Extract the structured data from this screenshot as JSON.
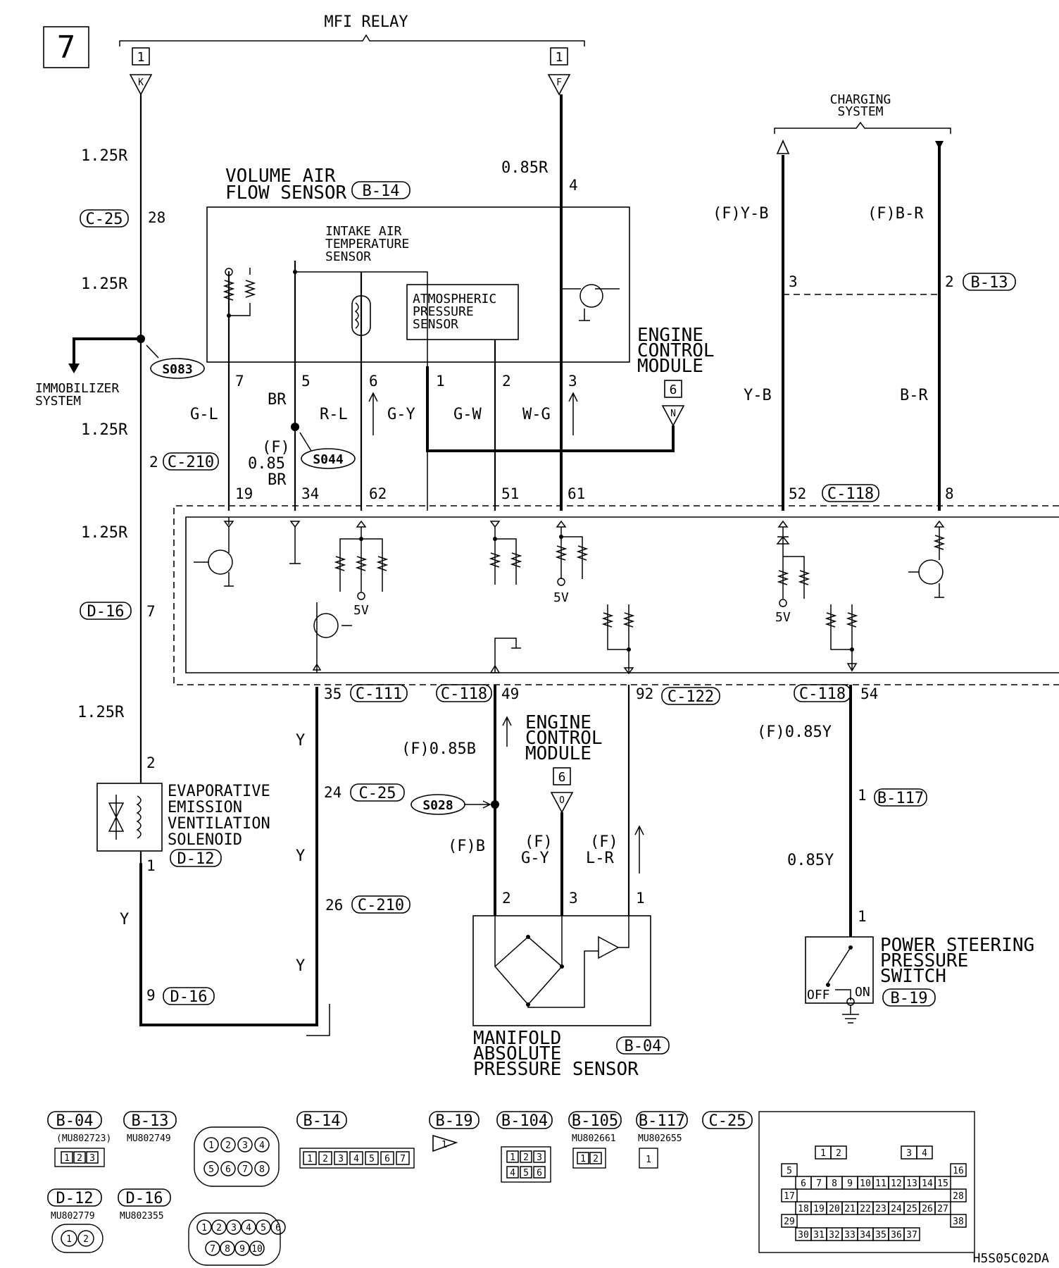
{
  "page": {
    "number": "7",
    "code": "H5S05C02DA"
  },
  "headers": {
    "mfi_relay": "MFI RELAY",
    "charging_system": [
      "CHARGING",
      "SYSTEM"
    ],
    "relay_pin_k": "1",
    "relay_pin_f": "1",
    "ecm_pin_top": "6",
    "ecm_pin_bottom": "6"
  },
  "components": {
    "vaf_sensor": [
      "VOLUME AIR",
      "FLOW SENSOR"
    ],
    "vaf_conn": "B-14",
    "iat_sensor": [
      "INTAKE AIR",
      "TEMPERATURE",
      "SENSOR"
    ],
    "baro_sensor": [
      "ATMOSPHERIC",
      "PRESSURE",
      "SENSOR"
    ],
    "ecm_top": [
      "ENGINE",
      "CONTROL",
      "MODULE"
    ],
    "ecm_bottom": [
      "ENGINE",
      "CONTROL",
      "MODULE"
    ],
    "immobilizer": [
      "IMMOBILIZER",
      "SYSTEM"
    ],
    "evap": [
      "EVAPORATIVE",
      "EMISSION",
      "VENTILATION",
      "SOLENOID"
    ],
    "evap_conn": "D-12",
    "map": [
      "MANIFOLD",
      "ABSOLUTE",
      "PRESSURE SENSOR"
    ],
    "map_conn": "B-04",
    "ps_switch": [
      "POWER STEERING",
      "PRESSURE",
      "SWITCH"
    ],
    "ps_conn": "B-19",
    "ps_off": "OFF",
    "ps_on": "ON"
  },
  "splices": {
    "s083": "S083",
    "s044": "S044",
    "s028": "S028"
  },
  "terminal_letters": {
    "k": "K",
    "f": "F",
    "n": "N",
    "o": "O"
  },
  "wires": {
    "r125_a": "1.25R",
    "r125_b": "1.25R",
    "r125_c": "1.25R",
    "r125_d": "1.25R",
    "r125_e": "1.25R",
    "r085": "0.85R",
    "fyb": "(F)Y-B",
    "fbr": "(F)B-R",
    "yb": "Y-B",
    "br_wire": "B-R",
    "gl": "G-L",
    "br": "BR",
    "rl": "R-L",
    "gy": "G-Y",
    "gw": "G-W",
    "wg": "W-G",
    "f085br": [
      "(F)",
      "0.85",
      "BR"
    ],
    "y1": "Y",
    "y2": "Y",
    "y3": "Y",
    "y4": "Y",
    "f085b": "(F)0.85B",
    "fb": "(F)B",
    "fgy": [
      "(F)",
      "G-Y"
    ],
    "flr": [
      "(F)",
      "L-R"
    ],
    "f085y": "(F)0.85Y",
    "y085": "0.85Y",
    "v5a": "5V",
    "v5b": "5V",
    "v5c": "5V"
  },
  "connectors": {
    "c25_a": "C-25",
    "c210_a": "C-210",
    "d16_a": "D-16",
    "b13": "B-13",
    "c118_top": "C-118",
    "c111": "C-111",
    "c118_l": "C-118",
    "c122": "C-122",
    "c118_r": "C-118",
    "c25_b": "C-25",
    "c210_b": "C-210",
    "d16_b": "D-16",
    "b117": "B-117"
  },
  "pins": {
    "p28": "28",
    "p4": "4",
    "p7": "7",
    "p5": "5",
    "p6": "6",
    "p1": "1",
    "p2": "2",
    "p3": "3",
    "p3b": "3",
    "p2b": "2",
    "p2c": "2",
    "e19": "19",
    "e34": "34",
    "e62": "62",
    "e51": "51",
    "e61": "61",
    "e52": "52",
    "e8": "8",
    "p7d": "7",
    "e35": "35",
    "e49": "49",
    "e92": "92",
    "e54": "54",
    "evap2": "2",
    "evap1": "1",
    "p24": "24",
    "p26": "26",
    "p9": "9",
    "map2": "2",
    "map3": "3",
    "map1": "1",
    "ps1a": "1",
    "ps1b": "1"
  },
  "legend": {
    "b04": {
      "id": "B-04",
      "part": "(MU802723)",
      "pins": [
        "1",
        "2",
        "3"
      ]
    },
    "b13": {
      "id": "B-13",
      "part": "MU802749",
      "pins": [
        "1",
        "2",
        "3",
        "4",
        "5",
        "6",
        "7",
        "8"
      ]
    },
    "b14": {
      "id": "B-14",
      "pins": [
        "1",
        "2",
        "3",
        "4",
        "5",
        "6",
        "7"
      ]
    },
    "b19": {
      "id": "B-19",
      "pins": [
        "1"
      ]
    },
    "b104": {
      "id": "B-104",
      "pins": [
        "1",
        "2",
        "3",
        "4",
        "5",
        "6"
      ]
    },
    "b105": {
      "id": "B-105",
      "part": "MU802661",
      "pins": [
        "1",
        "2"
      ]
    },
    "b117": {
      "id": "B-117",
      "part": "MU802655",
      "pins": [
        "1"
      ]
    },
    "c25": {
      "id": "C-25",
      "rows": [
        [
          "1",
          "2",
          "3",
          "4"
        ],
        [
          "5",
          "16"
        ],
        [
          "6",
          "7",
          "8",
          "9",
          "10",
          "11",
          "12",
          "13",
          "14",
          "15"
        ],
        [
          "17",
          "28"
        ],
        [
          "18",
          "19",
          "20",
          "21",
          "22",
          "23",
          "24",
          "25",
          "26",
          "27"
        ],
        [
          "29",
          "38"
        ],
        [
          "30",
          "31",
          "32",
          "33",
          "34",
          "35",
          "36",
          "37"
        ]
      ]
    },
    "d12": {
      "id": "D-12",
      "part": "MU802779",
      "pins": [
        "1",
        "2"
      ]
    },
    "d16": {
      "id": "D-16",
      "part": "MU802355",
      "pins": [
        "1",
        "2",
        "3",
        "4",
        "5",
        "6",
        "7",
        "8",
        "9",
        "10"
      ]
    }
  }
}
